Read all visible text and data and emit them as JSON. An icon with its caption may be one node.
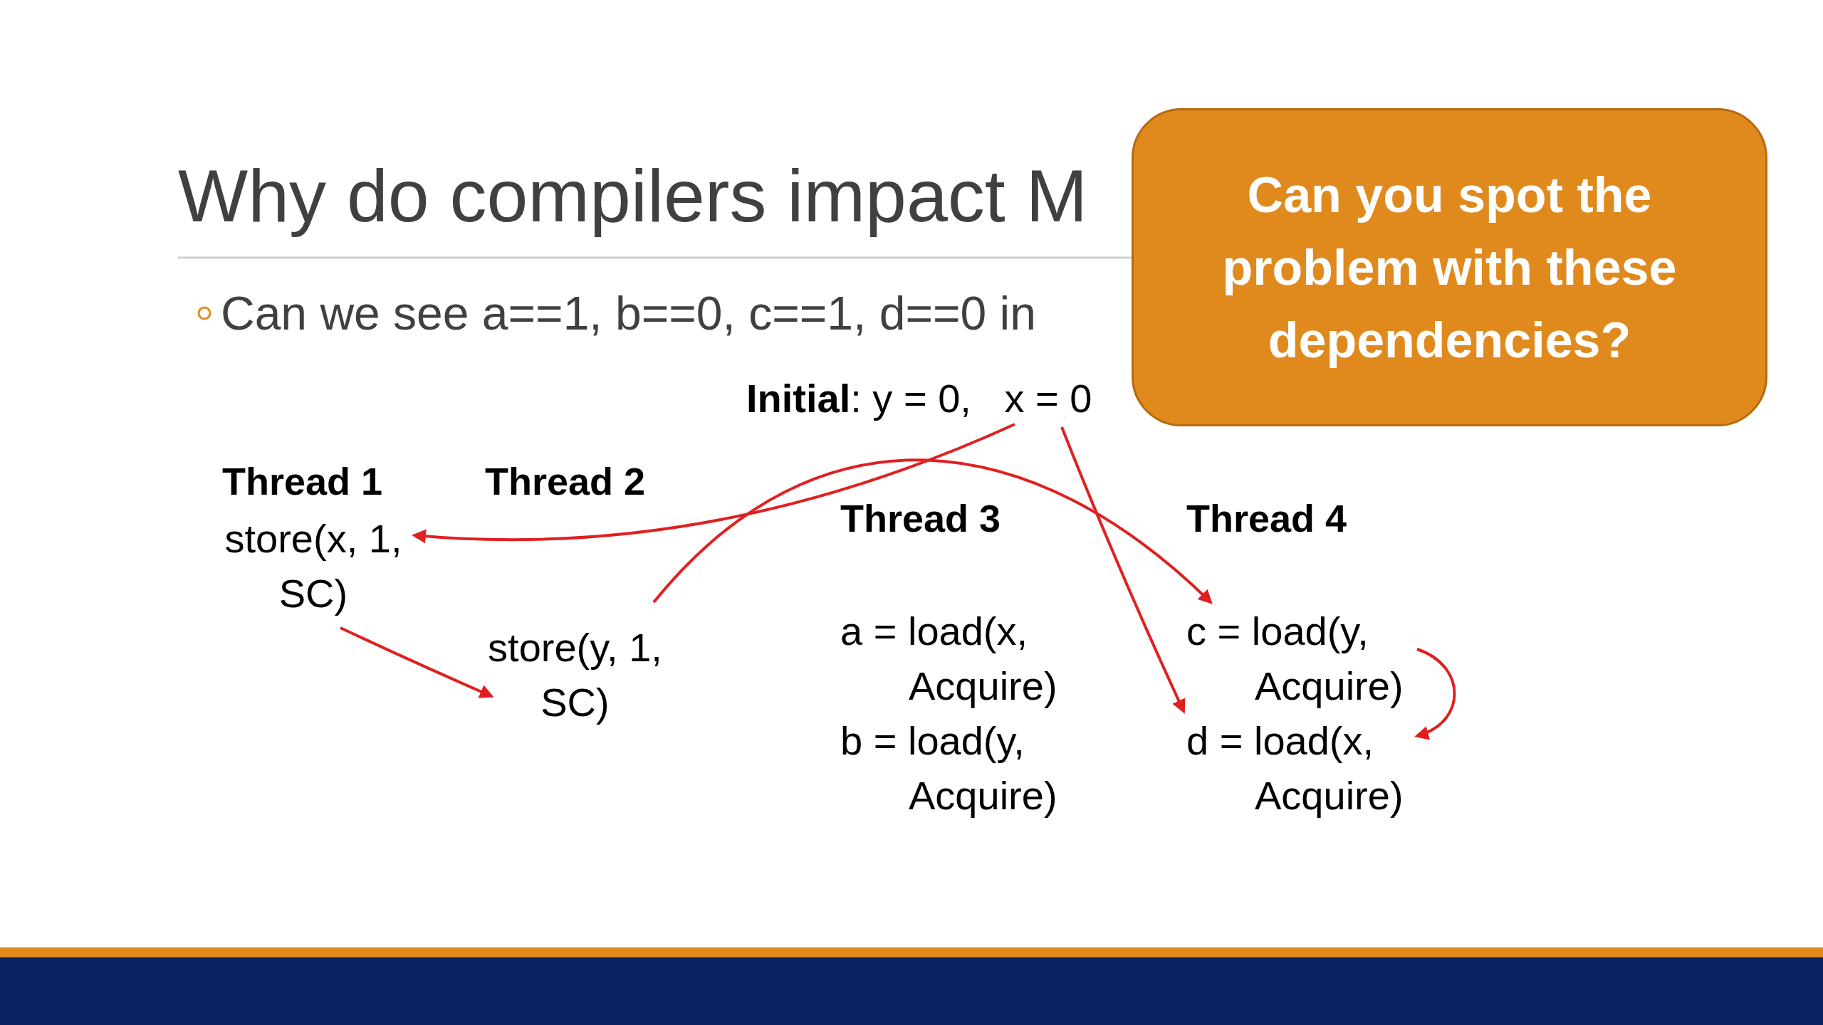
{
  "diagram": {
    "title": "Why do compilers impact M",
    "nodes": [
      {
        "text": [
          "Can you spot the problem with these dependencies?"
        ]
      },
      {
        "text": [
          "**Initial**: y = 0,   x = 0"
        ]
      },
      {
        "text": [
          "store(x, 1, SC)"
        ]
      },
      {
        "text": [
          "store(y, 1, SC)"
        ]
      },
      {
        "text": [
          "c = load(y, Acquire)"
        ]
      },
      {
        "text": [
          "d = load(x, Acquire)"
        ]
      }
    ],
    "edges": [
      {
        "from": 1,
        "to": 2,
        "arrow": "to"
      },
      {
        "from": 2,
        "to": 3,
        "arrow": "to"
      },
      {
        "from": 3,
        "to": 4,
        "arrow": "to"
      },
      {
        "from": 1,
        "to": 5,
        "arrow": "to"
      },
      {
        "from": 4,
        "to": 5,
        "arrow": "to"
      }
    ],
    "labels": [
      "Can we see a==1, b==0, c==1, d==0 in",
      "Thread 1",
      "Thread 2",
      "Thread 3",
      "Thread 4",
      "a = load(x, Acquire)",
      "b = load(y, Acquire)"
    ]
  }
}
